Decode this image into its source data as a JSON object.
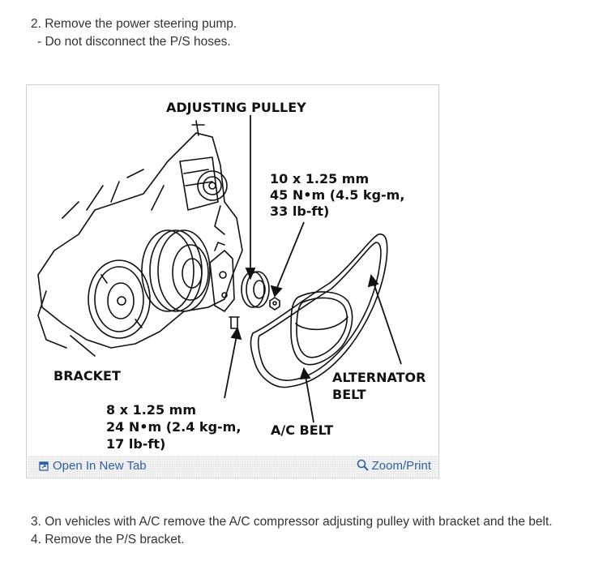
{
  "steps": {
    "step2": "2. Remove the power steering pump.",
    "step2_note": "- Do not disconnect the P/S hoses.",
    "step3": "3. On vehicles with A/C remove the A/C compressor adjusting pulley with bracket and the belt.",
    "step4": "4. Remove the P/S bracket."
  },
  "figure": {
    "labels": {
      "adjusting_pulley": "ADJUSTING PULLEY",
      "bolt_top_size": "10 x 1.25 mm",
      "bolt_top_torque_1": "45 N•m (4.5 kg-m,",
      "bolt_top_torque_2": "33 lb-ft)",
      "bracket": "BRACKET",
      "alternator_belt_1": "ALTERNATOR",
      "alternator_belt_2": "BELT",
      "bolt_bottom_size": "8 x 1.25 mm",
      "bolt_bottom_torque_1": "24 N•m (2.4 kg-m,",
      "bolt_bottom_torque_2": "17 lb-ft)",
      "ac_belt": "A/C BELT"
    },
    "footer": {
      "open_tab": "Open In New Tab",
      "zoom_print": "Zoom/Print",
      "open_tab_icon": "open-in-new-tab-icon",
      "zoom_icon": "magnifier-icon",
      "link_color": "#2b5fa8"
    }
  }
}
